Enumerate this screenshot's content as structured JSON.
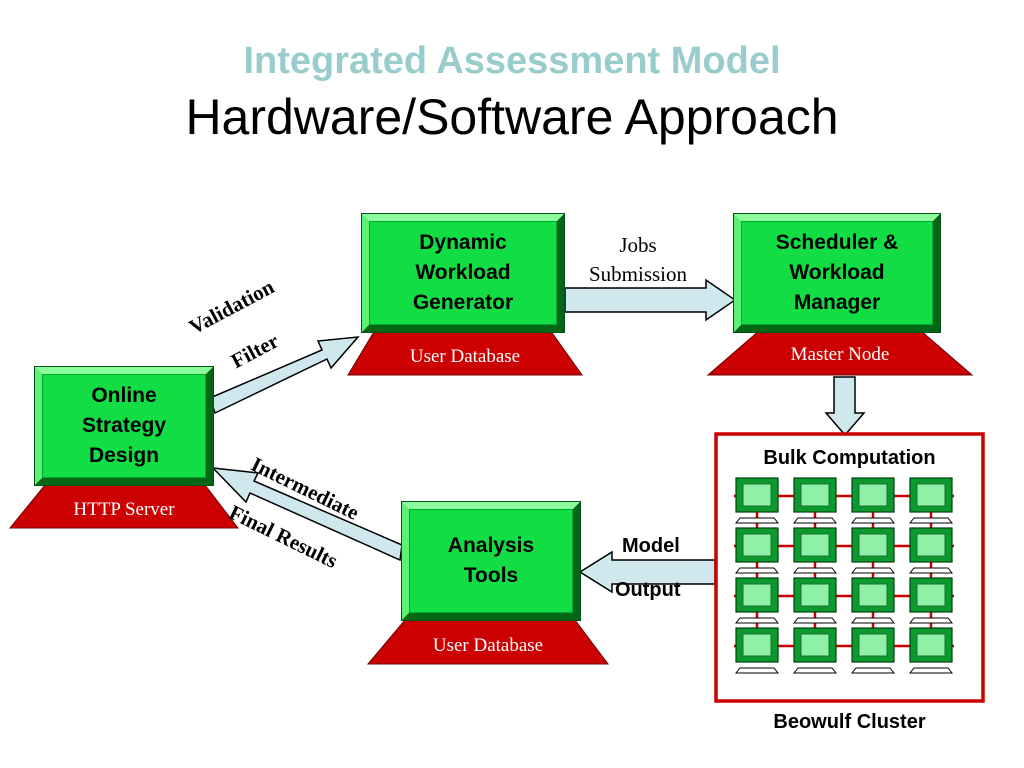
{
  "title": {
    "line1": "Integrated Assessment Model",
    "line2": "Hardware/Software Approach"
  },
  "nodes": {
    "dynamic_workload": {
      "label": "Dynamic\nWorkload\nGenerator",
      "platform": "User Database"
    },
    "scheduler": {
      "label": "Scheduler &\nWorkload\nManager",
      "platform": "Master Node"
    },
    "online_strategy": {
      "label": "Online\nStrategy\nDesign",
      "platform": "HTTP Server"
    },
    "analysis_tools": {
      "label": "Analysis\nTools",
      "platform": "User Database"
    }
  },
  "cluster": {
    "heading": "Bulk Computation",
    "caption": "Beowulf Cluster",
    "grid_rows": 4,
    "grid_cols": 4
  },
  "arrows": {
    "jobs_submission": [
      "Jobs",
      "Submission"
    ],
    "validation_filter": [
      "Validation",
      "Filter"
    ],
    "intermediate_final": [
      "Intermediate",
      "Final Results"
    ],
    "model_output": [
      "Model",
      "Output"
    ]
  },
  "colors": {
    "box_green": "#12dd44",
    "platform_red": "#cc0000",
    "arrow_fill": "#cfe8ee",
    "cluster_border": "#cc0000",
    "title_accent": "#99cccc"
  }
}
